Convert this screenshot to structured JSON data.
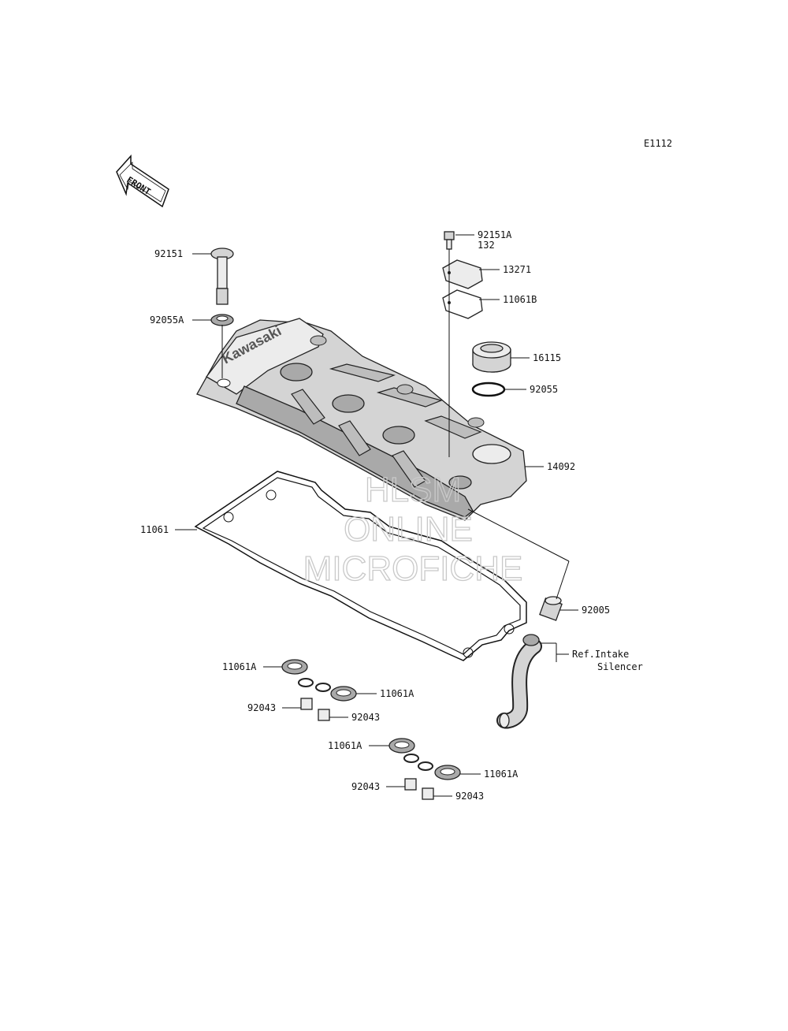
{
  "diagram_code": "E1112",
  "front_label": "FRONT",
  "brand_emboss": "Kawasaki",
  "watermark": [
    "HLSM",
    "ONLINE",
    "MICROFICHE"
  ],
  "callouts": {
    "c92151": "92151",
    "c92055A": "92055A",
    "c92151A": "92151A",
    "c132": "132",
    "c13271": "13271",
    "c11061B": "11061B",
    "c16115": "16115",
    "c92055": "92055",
    "c14092": "14092",
    "c11061": "11061",
    "c92005": "92005",
    "ref1": "Ref.Intake",
    "ref2": "Silencer",
    "a1": "11061A",
    "a2": "11061A",
    "a3": "11061A",
    "a4": "11061A",
    "b1": "92043",
    "b2": "92043",
    "b3": "92043",
    "b4": "92043"
  }
}
